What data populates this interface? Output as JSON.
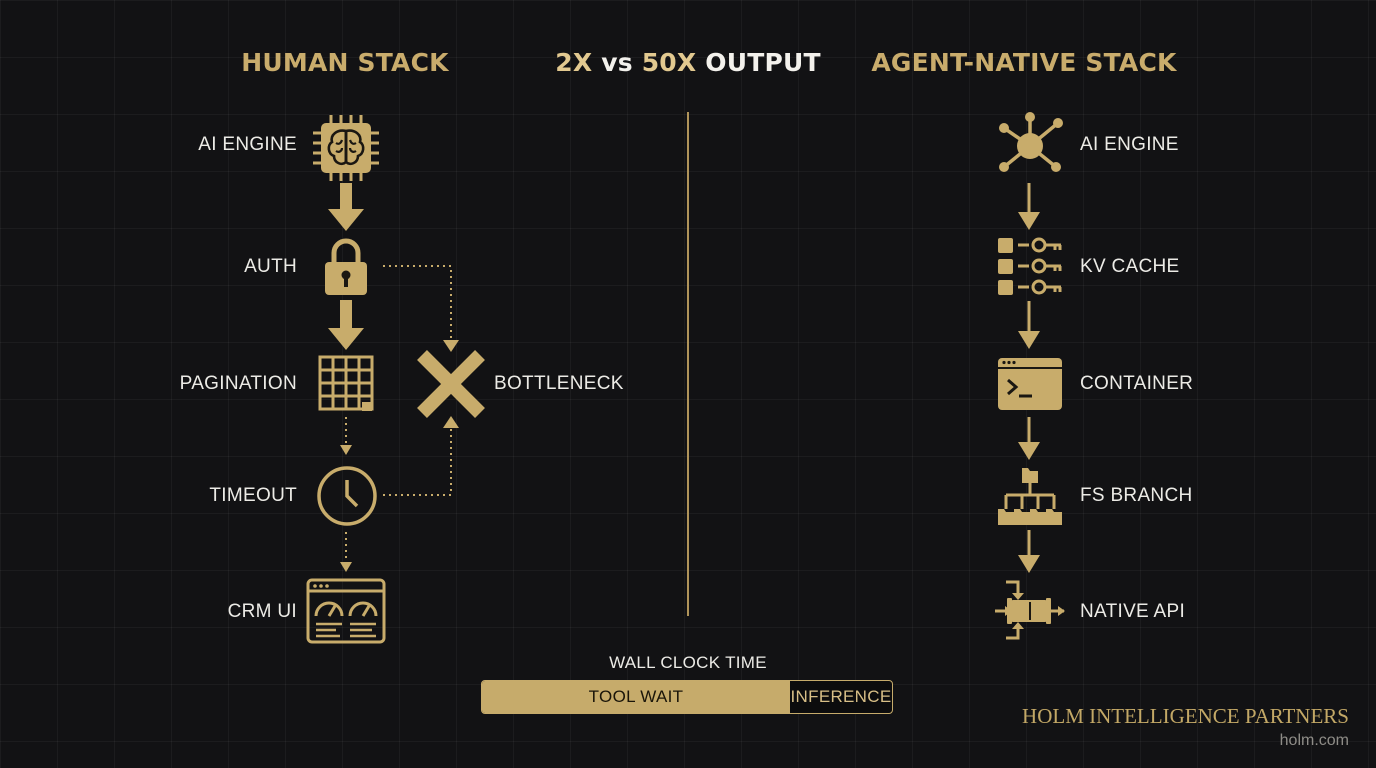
{
  "headings": {
    "left": "HUMAN STACK",
    "center_a": "2X",
    "center_b": " vs ",
    "center_c": "50X",
    "center_d": " OUTPUT",
    "right": "AGENT-NATIVE STACK"
  },
  "human_stack": [
    {
      "label": "AI ENGINE",
      "icon": "brain-chip-icon"
    },
    {
      "label": "AUTH",
      "icon": "padlock-icon"
    },
    {
      "label": "PAGINATION",
      "icon": "grid-table-icon"
    },
    {
      "label": "TIMEOUT",
      "icon": "clock-icon"
    },
    {
      "label": "CRM UI",
      "icon": "dashboard-gauges-icon"
    }
  ],
  "bottleneck": {
    "label": "BOTTLENECK",
    "icon": "x-cross-icon"
  },
  "agent_stack": [
    {
      "label": "AI ENGINE",
      "icon": "hub-network-icon"
    },
    {
      "label": "KV CACHE",
      "icon": "key-value-icon"
    },
    {
      "label": "CONTAINER",
      "icon": "terminal-window-icon"
    },
    {
      "label": "FS BRANCH",
      "icon": "folder-tree-icon"
    },
    {
      "label": "NATIVE API",
      "icon": "pipe-connector-icon"
    }
  ],
  "time_bar": {
    "title": "WALL CLOCK TIME",
    "tool_wait_label": "TOOL WAIT",
    "inference_label": "INFERENCE",
    "tool_wait_fraction": 0.75
  },
  "brand": {
    "name": "HOLM INTELLIGENCE PARTNERS",
    "url": "holm.com"
  },
  "colors": {
    "background": "#121214",
    "accent": "#c6ab6b",
    "text": "#ecebe6"
  }
}
